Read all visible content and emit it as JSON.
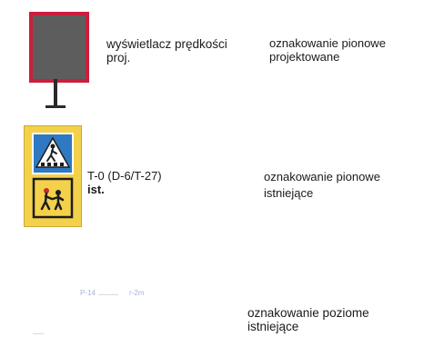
{
  "legend": {
    "items": [
      {
        "symbol_label": [
          "wyświetlacz prędkości",
          "proj."
        ],
        "category_label": [
          "oznakowanie pionowe",
          "projektowane"
        ]
      },
      {
        "symbol_label": [
          "T-0 (D-6/T-27)",
          "ist."
        ],
        "category_label": [
          "oznakowanie pionowe",
          "istniejące"
        ]
      },
      {
        "symbol_label": [
          "P-14",
          "r-2m"
        ],
        "category_label": [
          "oznakowanie poziome",
          "istniejące"
        ]
      }
    ]
  },
  "colors": {
    "display_board": "#5d5d5e",
    "display_border": "#cc1e3c",
    "plate_yellow": "#f4d14a",
    "sign_blue": "#2f79c2",
    "sign_red": "#cc2a2a"
  },
  "icons": {
    "display": "speed-display-icon",
    "crossing": "pedestrian-crossing-icon",
    "children": "children-warning-icon"
  }
}
